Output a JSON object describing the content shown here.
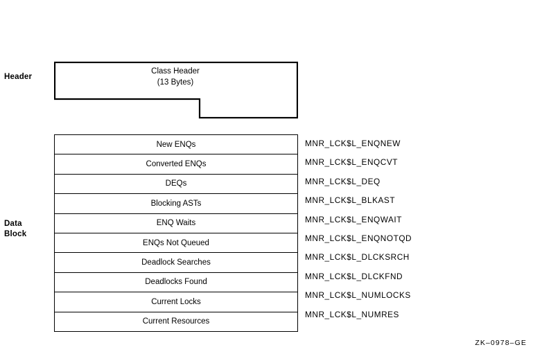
{
  "figure": {
    "id_code": "ZK–0978–GE",
    "background_color": "#ffffff",
    "line_color": "#000000"
  },
  "captions": {
    "header": "Header",
    "data_block": "Data\nBlock"
  },
  "header_block": {
    "title": "Class Header",
    "size_note": "(13 Bytes)"
  },
  "data_block": {
    "rows": [
      {
        "field": "New ENQs",
        "symbol": "MNR_LCK$L_ENQNEW"
      },
      {
        "field": "Converted ENQs",
        "symbol": "MNR_LCK$L_ENQCVT"
      },
      {
        "field": "DEQs",
        "symbol": "MNR_LCK$L_DEQ"
      },
      {
        "field": "Blocking ASTs",
        "symbol": "MNR_LCK$L_BLKAST"
      },
      {
        "field": "ENQ Waits",
        "symbol": "MNR_LCK$L_ENQWAIT"
      },
      {
        "field": "ENQs Not Queued",
        "symbol": "MNR_LCK$L_ENQNOTQD"
      },
      {
        "field": "Deadlock Searches",
        "symbol": "MNR_LCK$L_DLCKSRCH"
      },
      {
        "field": "Deadlocks Found",
        "symbol": "MNR_LCK$L_DLCKFND"
      },
      {
        "field": "Current Locks",
        "symbol": "MNR_LCK$L_NUMLOCKS"
      },
      {
        "field": "Current Resources",
        "symbol": "MNR_LCK$L_NUMRES"
      }
    ]
  }
}
